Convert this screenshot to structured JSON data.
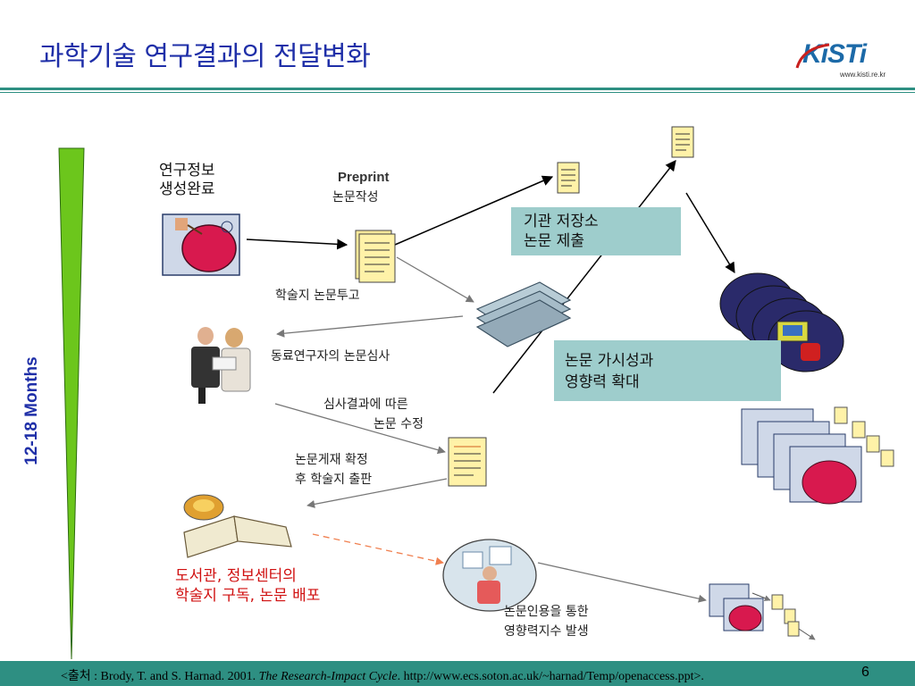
{
  "title": "과학기술 연구결과의 전달변화",
  "logo": {
    "main": "KiSTi",
    "url": "www.kisti.re.kr"
  },
  "timeline_label": "12-18 Months",
  "labels": {
    "research_done_1": "연구정보",
    "research_done_2": "생성완료",
    "preprint_title": "Preprint",
    "preprint_sub": "논문작성",
    "repository_1": "기관 저장소",
    "repository_2": "논문 제출",
    "journal_submit": "학술지 논문투고",
    "peer_review": "동료연구자의 논문심사",
    "revision_1": "심사결과에 따른",
    "revision_2": "논문 수정",
    "publish_1": "논문게재 확정",
    "publish_2": "후 학술지 출판",
    "visibility_1": "논문 가시성과",
    "visibility_2": "영향력 확대",
    "library_1": "도서관, 정보센터의",
    "library_2": "학술지 구독, 논문 배포",
    "citation_1": "논문인용을 통한",
    "citation_2": "영향력지수 발생"
  },
  "footer": {
    "cite_prefix": "<출처 : Brody, T. and S. Harnad. 2001. ",
    "cite_title": "The Research-Impact Cycle",
    "cite_suffix": ". http://www.ecs.soton.ac.uk/~harnad/Temp/openaccess.ppt>.",
    "page_number": "6"
  },
  "colors": {
    "title": "#1f2fa8",
    "accent_rule": "#2e8f82",
    "label_box": "#9ecdcc",
    "library_text": "#d01010",
    "timeline_fill": "#6cc61c"
  }
}
